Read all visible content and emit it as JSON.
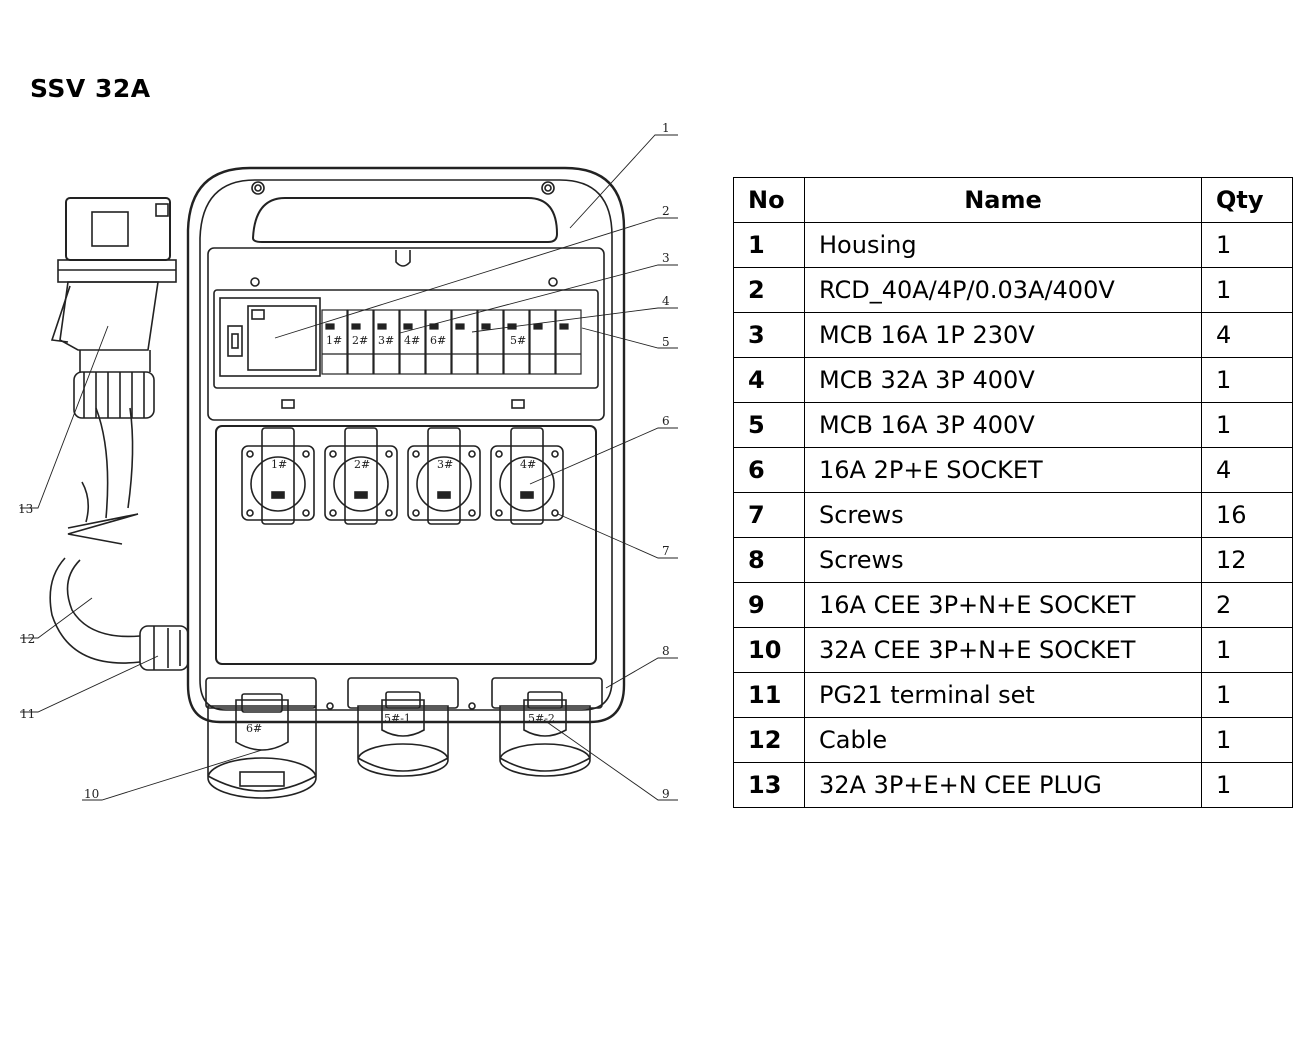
{
  "title": "SSV 32A",
  "drawing": {
    "callouts": [
      "1",
      "2",
      "3",
      "4",
      "5",
      "6",
      "7",
      "8",
      "9",
      "10",
      "11",
      "12",
      "13"
    ],
    "breaker_labels": [
      "1#",
      "2#",
      "3#",
      "4#",
      "6#",
      "5#"
    ],
    "socket_labels": [
      "1#",
      "2#",
      "3#",
      "4#"
    ],
    "cee_labels": [
      "6#",
      "5#-1",
      "5#-2"
    ]
  },
  "table": {
    "headers": {
      "no": "No",
      "name": "Name",
      "qty": "Qty"
    },
    "rows": [
      {
        "no": "1",
        "name": "Housing",
        "qty": "1"
      },
      {
        "no": "2",
        "name": "RCD_40A/4P/0.03A/400V",
        "qty": "1"
      },
      {
        "no": "3",
        "name": "MCB 16A 1P 230V",
        "qty": "4"
      },
      {
        "no": "4",
        "name": "MCB 32A 3P 400V",
        "qty": "1"
      },
      {
        "no": "5",
        "name": "MCB 16A 3P 400V",
        "qty": "1"
      },
      {
        "no": "6",
        "name": "16A 2P+E SOCKET",
        "qty": "4"
      },
      {
        "no": "7",
        "name": "Screws",
        "qty": "16"
      },
      {
        "no": "8",
        "name": "Screws",
        "qty": "12"
      },
      {
        "no": "9",
        "name": "16A CEE 3P+N+E SOCKET",
        "qty": "2"
      },
      {
        "no": "10",
        "name": "32A CEE 3P+N+E SOCKET",
        "qty": "1"
      },
      {
        "no": "11",
        "name": "PG21 terminal set",
        "qty": "1"
      },
      {
        "no": "12",
        "name": "Cable",
        "qty": "1"
      },
      {
        "no": "13",
        "name": "32A 3P+E+N CEE PLUG",
        "qty": "1"
      }
    ]
  }
}
